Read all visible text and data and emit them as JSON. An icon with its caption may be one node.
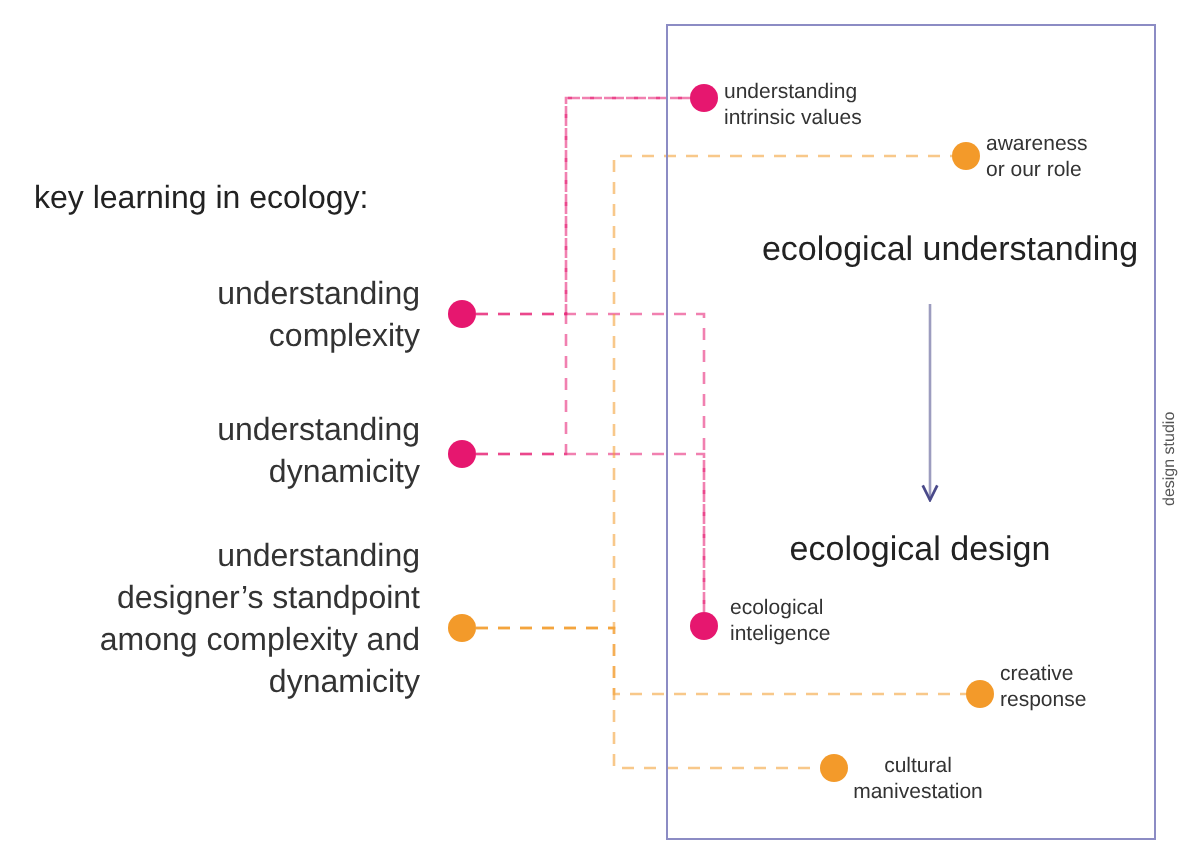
{
  "diagram": {
    "nodes": [
      {
        "text": [
          "design studio"
        ]
      },
      {
        "text": [],
        "shape": "circle",
        "beside": [
          "understanding intrinsic values"
        ],
        "in": 0
      },
      {
        "text": [],
        "shape": "circle",
        "beside": [
          "awareness or our role"
        ],
        "in": 0
      },
      {
        "text": [
          "ecological understanding"
        ],
        "in": 0
      },
      {
        "text": [],
        "shape": "circle",
        "beside": [
          "understanding complexity"
        ]
      },
      {
        "text": [],
        "shape": "circle",
        "beside": [
          "understanding dynamicity"
        ]
      },
      {
        "text": [
          "ecological design"
        ],
        "in": 0
      },
      {
        "text": [],
        "shape": "circle",
        "beside": [
          "ecological inteligence"
        ],
        "in": 0
      },
      {
        "text": [],
        "shape": "circle",
        "beside": [
          "understanding designer’s standpoint among complexity and dynamicity"
        ]
      },
      {
        "text": [],
        "shape": "circle",
        "beside": [
          "creative response"
        ],
        "in": 0
      },
      {
        "text": [],
        "shape": "circle",
        "beside": [
          "cultural manivestation"
        ],
        "in": 0
      }
    ],
    "edges": [
      {
        "from": 4,
        "to": 1,
        "arrow": "none",
        "style": "dashed",
        "color": "#e6176f"
      },
      {
        "from": 4,
        "to": 7,
        "arrow": "none",
        "style": "dashed",
        "color": "#e6176f"
      },
      {
        "from": 5,
        "to": 1,
        "arrow": "none",
        "style": "dashed",
        "color": "#e6176f"
      },
      {
        "from": 5,
        "to": 7,
        "arrow": "none",
        "style": "dashed",
        "color": "#e6176f"
      },
      {
        "from": 8,
        "to": 2,
        "arrow": "none",
        "style": "dashed",
        "color": "#f39a2a"
      },
      {
        "from": 8,
        "to": 9,
        "arrow": "none",
        "style": "dashed",
        "color": "#f39a2a"
      },
      {
        "from": 8,
        "to": 10,
        "arrow": "none",
        "style": "dashed",
        "color": "#f39a2a"
      },
      {
        "from": 3,
        "to": 6,
        "arrow": "to",
        "color": "#4a4a8a"
      }
    ],
    "labels": [
      "key learning in ecology:"
    ]
  }
}
